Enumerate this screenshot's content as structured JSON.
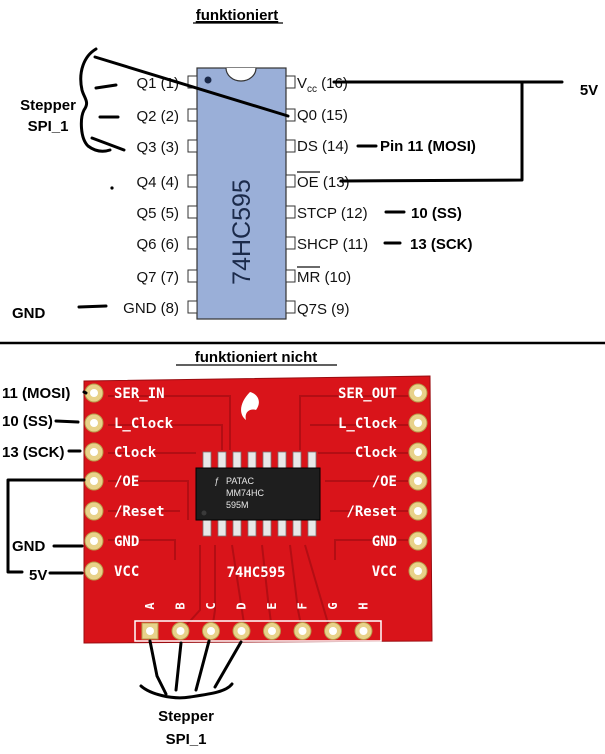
{
  "top": {
    "title": "funktioniert",
    "chip_label": "74HC595",
    "left_pins": [
      "Q1 (1)",
      "Q2 (2)",
      "Q3 (3)",
      "Q4 (4)",
      "Q5 (5)",
      "Q6 (6)",
      "Q7 (7)",
      "GND (8)"
    ],
    "right_pins": {
      "vcc_main": "V",
      "vcc_sub": "cc",
      "vcc_num": " (16)",
      "q0": "Q0 (15)",
      "ds": "DS (14)",
      "oe_over": "OE",
      "oe_num": " (13)",
      "stcp": "STCP (12)",
      "shcp": "SHCP (11)",
      "mr_over": "MR",
      "mr_num": " (10)",
      "q7s": "Q7S (9)"
    },
    "annotations": {
      "stepper": "Stepper",
      "spi": "SPI_1",
      "five_v": "5V",
      "mosi": "Pin 11 (MOSI)",
      "ss": "10 (SS)",
      "sck": "13 (SCK)",
      "gnd": "GND"
    }
  },
  "bottom": {
    "title": "funktioniert nicht",
    "board_left_labels": [
      "SER_IN",
      "L_Clock",
      "Clock",
      "/OE",
      "/Reset",
      "GND",
      "VCC"
    ],
    "board_right_labels": [
      "SER_OUT",
      "L_Clock",
      "Clock",
      "/OE",
      "/Reset",
      "GND",
      "VCC"
    ],
    "board_title": "74HC595",
    "bottom_pin_letters": [
      "A",
      "B",
      "C",
      "D",
      "E",
      "F",
      "G",
      "H"
    ],
    "ic_marking": [
      "PATAC",
      "MM74HC",
      "595M"
    ],
    "annotations": {
      "mosi": "11 (MOSI)",
      "ss": "10 (SS)",
      "sck": "13 (SCK)",
      "gnd": "GND",
      "five_v": "5V",
      "stepper": "Stepper",
      "spi": "SPI_1"
    }
  },
  "colors": {
    "chip_body": "#9aafd8",
    "board_red": "#d9141a",
    "pad_gold": "#e8d28a"
  }
}
